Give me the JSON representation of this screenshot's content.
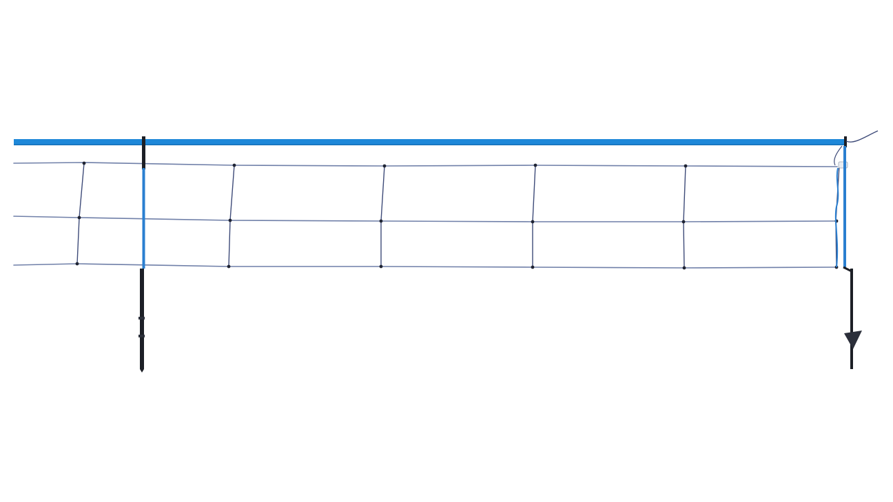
{
  "image": {
    "subject": "electric-fence-netting",
    "background_color": "#ffffff"
  },
  "colors": {
    "top_tape": "#1e88d9",
    "top_tape_edge": "#1470b8",
    "strand": "#6f7fa8",
    "strand_dark": "#3d4a78",
    "knot": "#1f2433",
    "post": "#1c1f26",
    "post_blue": "#2a7fd0",
    "insulator": "#e9edf2",
    "foot": "#2b2f3a"
  },
  "fence": {
    "horizontal_strands": 3,
    "vertical_stays": 6,
    "posts": 2
  }
}
